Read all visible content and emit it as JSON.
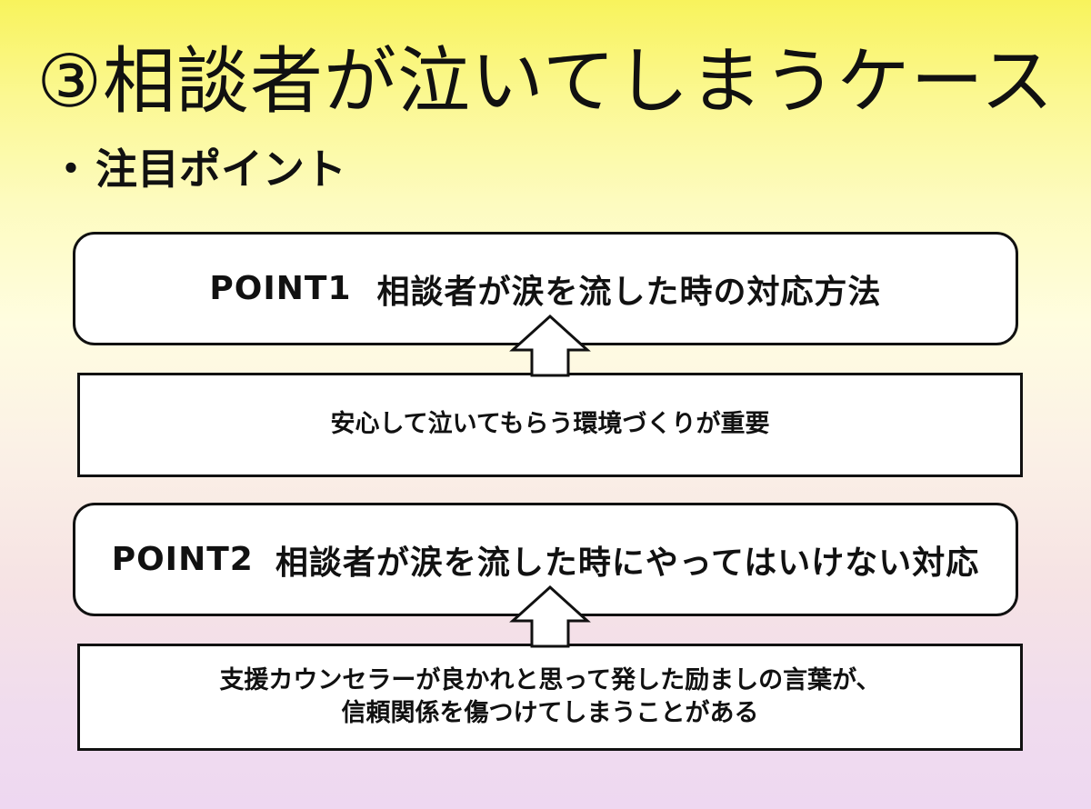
{
  "slide": {
    "title": "③相談者が泣いてしまうケース",
    "bullet": "・",
    "subtitle": "注目ポイント"
  },
  "flow": {
    "point1": {
      "label": "POINT1",
      "text": "相談者が涙を流した時の対応方法"
    },
    "detail1": {
      "lines": [
        "安心して泣いてもらう環境づくりが重要"
      ]
    },
    "point2": {
      "label": "POINT2",
      "text": "相談者が涙を流した時にやってはいけない対応"
    },
    "detail2": {
      "lines": [
        "支援カウンセラーが良かれと思って発した励ましの言葉が、",
        "信頼関係を傷つけてしまうことがある"
      ]
    }
  }
}
